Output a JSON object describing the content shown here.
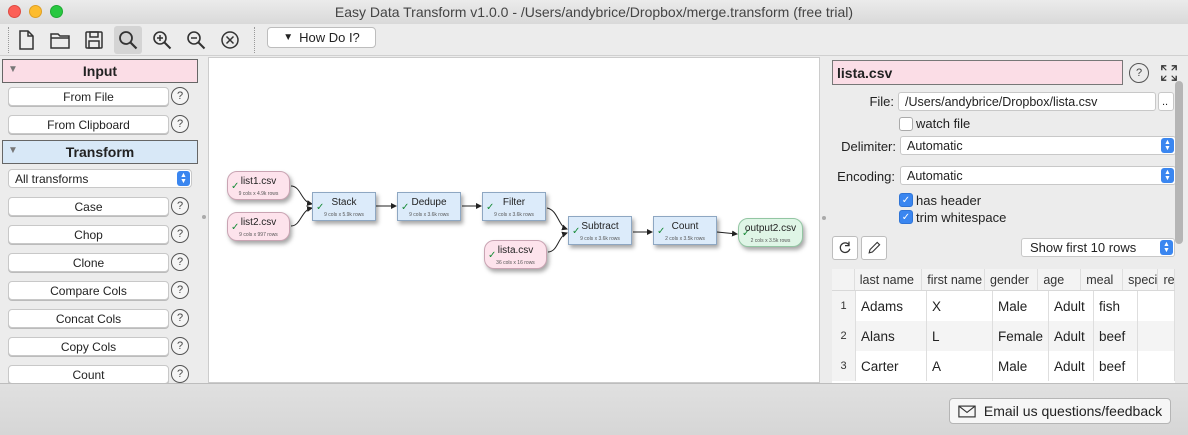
{
  "window": {
    "title": "Easy Data Transform v1.0.0 - /Users/andybrice/Dropbox/merge.transform (free trial)"
  },
  "toolbar": {
    "icons": [
      "new-document-icon",
      "open-folder-icon",
      "save-icon",
      "search-icon",
      "zoom-in-icon",
      "zoom-out-icon",
      "close-circle-icon"
    ],
    "how_do_i": "How Do I?"
  },
  "left": {
    "input_header": "Input",
    "input_buttons": [
      "From File",
      "From Clipboard"
    ],
    "transform_header": "Transform",
    "filter_combo": "All transforms",
    "transform_buttons": [
      "Case",
      "Chop",
      "Clone",
      "Compare Cols",
      "Concat Cols",
      "Copy Cols",
      "Count"
    ],
    "help": "?"
  },
  "canvas": {
    "nodes": [
      {
        "name": "list1.csv",
        "sub": "9 cols x 4.9k rows"
      },
      {
        "name": "list2.csv",
        "sub": "9 cols x 997 rows"
      },
      {
        "name": "Stack",
        "sub": "9 cols x 5.9k rows"
      },
      {
        "name": "Dedupe",
        "sub": "9 cols x 3.6k rows"
      },
      {
        "name": "Filter",
        "sub": "9 cols x 3.6k rows"
      },
      {
        "name": "lista.csv",
        "sub": "36 cols x 16 rows"
      },
      {
        "name": "Subtract",
        "sub": "9 cols x 3.6k rows"
      },
      {
        "name": "Count",
        "sub": "2 cols x 3.5k rows"
      },
      {
        "name": "output2.csv",
        "sub": "2 cols x 3.5k rows"
      }
    ]
  },
  "right": {
    "title": "lista.csv",
    "help": "?",
    "file_label": "File:",
    "file_value": "/Users/andybrice/Dropbox/lista.csv",
    "browse": "..",
    "watch_file": "watch file",
    "delimiter_label": "Delimiter:",
    "delimiter_value": "Automatic",
    "encoding_label": "Encoding:",
    "encoding_value": "Automatic",
    "has_header": "has header",
    "trim_whitespace": "trim whitespace",
    "show_rows": "Show first 10 rows",
    "table": {
      "columns": [
        "last name",
        "first name",
        "gender",
        "age",
        "meal",
        "special",
        "re"
      ],
      "rows": [
        [
          "1",
          "Adams",
          "X",
          "Male",
          "Adult",
          "fish"
        ],
        [
          "2",
          "Alans",
          "L",
          "Female",
          "Adult",
          "beef"
        ],
        [
          "3",
          "Carter",
          "A",
          "Male",
          "Adult",
          "beef"
        ]
      ]
    }
  },
  "bottom": {
    "email_button": "Email us questions/feedback"
  },
  "colors": {
    "input_pink": "#fbdde6",
    "transform_blue": "#d8e8f7",
    "output_green": "#dff5e6",
    "accent": "#3a86f0"
  }
}
